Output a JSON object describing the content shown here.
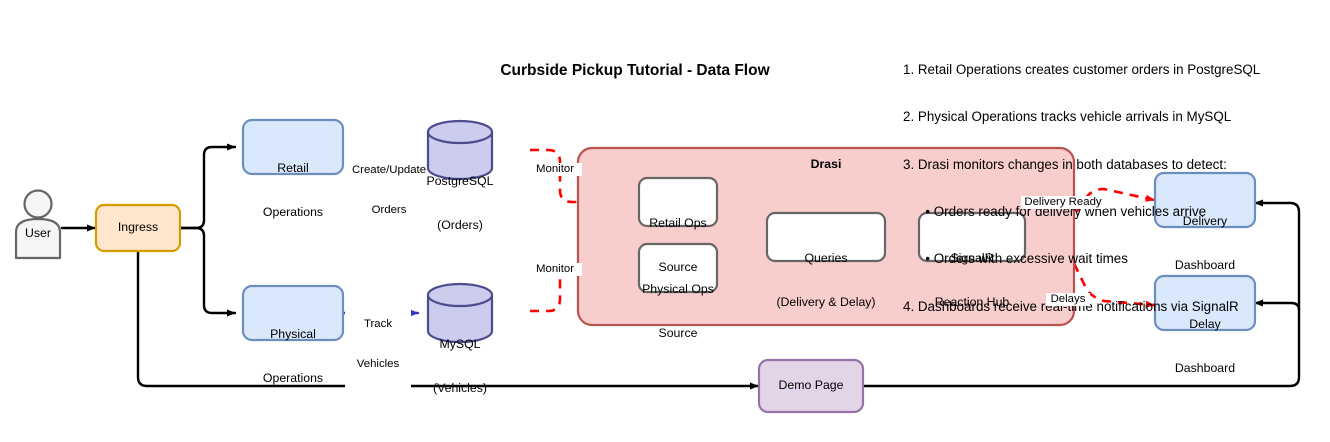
{
  "title": "Curbside Pickup Tutorial - Data Flow",
  "legend": {
    "lines": [
      "1. Retail Operations creates customer orders in PostgreSQL",
      "2. Physical Operations tracks vehicle arrivals in MySQL",
      "3. Drasi monitors changes in both databases to detect:",
      "      • Orders ready for delivery when vehicles arrive",
      "      • Orders with excessive wait times",
      "4. Dashboards receive real-time notifications via SignalR"
    ]
  },
  "nodes": {
    "user": {
      "label": "User",
      "shape": "actor",
      "fill": "#f5f5f5",
      "stroke": "#666666"
    },
    "ingress": {
      "label": "Ingress",
      "shape": "rounded-rect",
      "fill": "#ffe6cc",
      "stroke": "#d79b00"
    },
    "retail_operations": {
      "label": "Retail\nOperations",
      "line1": "Retail",
      "line2": "Operations",
      "shape": "rounded-rect",
      "fill": "#dae8fc",
      "stroke": "#6c8ebf"
    },
    "physical_operations": {
      "label": "Physical\nOperations",
      "line1": "Physical",
      "line2": "Operations",
      "shape": "rounded-rect",
      "fill": "#dae8fc",
      "stroke": "#6c8ebf"
    },
    "postgresql": {
      "line1": "PostgreSQL",
      "line2": "(Orders)",
      "shape": "cylinder",
      "fill": "#ccccee",
      "stroke": "#4c4c8f"
    },
    "mysql": {
      "line1": "MySQL",
      "line2": "(Vehicles)",
      "shape": "cylinder",
      "fill": "#ccccee",
      "stroke": "#4c4c8f"
    },
    "drasi_container": {
      "label": "Drasi",
      "shape": "rounded-rect",
      "fill": "#f8cecc",
      "stroke": "#b85450"
    },
    "retail_ops_source": {
      "line1": "Retail Ops",
      "line2": "Source",
      "shape": "rounded-rect",
      "fill": "#ffffff",
      "stroke": "#666666"
    },
    "physical_ops_source": {
      "line1": "Physical Ops",
      "line2": "Source",
      "shape": "rounded-rect",
      "fill": "#ffffff",
      "stroke": "#666666"
    },
    "queries": {
      "line1": "Queries",
      "line2": "(Delivery & Delay)",
      "shape": "rounded-rect",
      "fill": "#ffffff",
      "stroke": "#666666"
    },
    "signalr_hub": {
      "line1": "SignalR",
      "line2": "Reaction Hub",
      "shape": "rounded-rect",
      "fill": "#ffffff",
      "stroke": "#666666"
    },
    "delivery_dashboard": {
      "line1": "Delivery",
      "line2": "Dashboard",
      "shape": "rounded-rect",
      "fill": "#dae8fc",
      "stroke": "#6c8ebf"
    },
    "delay_dashboard": {
      "line1": "Delay",
      "line2": "Dashboard",
      "shape": "rounded-rect",
      "fill": "#dae8fc",
      "stroke": "#6c8ebf"
    },
    "demo_page": {
      "label": "Demo Page",
      "shape": "rounded-rect",
      "fill": "#e1d5e7",
      "stroke": "#9673a6"
    }
  },
  "edge_labels": {
    "create_update_orders_1": "Create/Update",
    "create_update_orders_2": "Orders",
    "track_vehicles_1": "Track",
    "track_vehicles_2": "Vehicles",
    "monitor_orders": "Monitor",
    "monitor_vehicles": "Monitor",
    "delivery_ready": "Delivery Ready",
    "delays": "Delays"
  },
  "colors": {
    "black_edge": "#000000",
    "red_edge": "#ff0000",
    "blue_edge": "#3333cc",
    "drasi_fill": "#f8cecc",
    "drasi_stroke": "#b85450",
    "blue_node_fill": "#dae8fc",
    "blue_node_stroke": "#6c8ebf",
    "cylinder_fill": "#ccccee",
    "cylinder_stroke": "#4c4c8f",
    "ingress_fill": "#ffe6cc",
    "ingress_stroke": "#d79b00",
    "demo_fill": "#e1d5e7",
    "demo_stroke": "#9673a6"
  }
}
